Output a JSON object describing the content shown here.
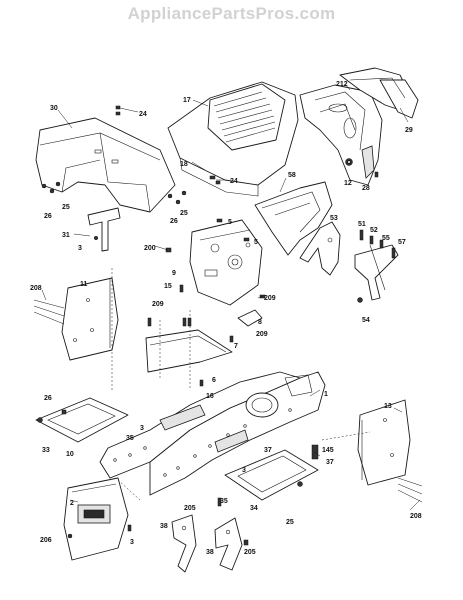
{
  "header": {
    "site_name": "AppliancePartsPros.com"
  },
  "callouts": {
    "c30": "30",
    "c24a": "24",
    "c17": "17",
    "c212": "212",
    "c29": "29",
    "c18": "18",
    "c24b": "24",
    "c12": "12",
    "c28": "28",
    "c26a": "26",
    "c25a": "25",
    "c26b": "26",
    "c25b": "25",
    "c58": "58",
    "c31": "31",
    "c3a": "3",
    "c5a": "5",
    "c5b": "5",
    "c200": "200",
    "c9": "9",
    "c53": "53",
    "c51": "51",
    "c52": "52",
    "c55": "55",
    "c57": "57",
    "c54": "54",
    "c11": "11",
    "c208a": "208",
    "c15": "15",
    "c209a": "209",
    "c209b": "209",
    "c8": "8",
    "c209c": "209",
    "c7": "7",
    "c6": "6",
    "c16": "16",
    "c1": "1",
    "c26c": "26",
    "c13": "13",
    "c3b": "3",
    "c35a": "35",
    "c33": "33",
    "c10": "10",
    "c37a": "37",
    "c145": "145",
    "c37b": "37",
    "c3c": "3",
    "c2": "2",
    "c35b": "35",
    "c205a": "205",
    "c34": "34",
    "c25c": "25",
    "c208b": "208",
    "c206": "206",
    "c3d": "3",
    "c38a": "38",
    "c38b": "38",
    "c205b": "205"
  }
}
